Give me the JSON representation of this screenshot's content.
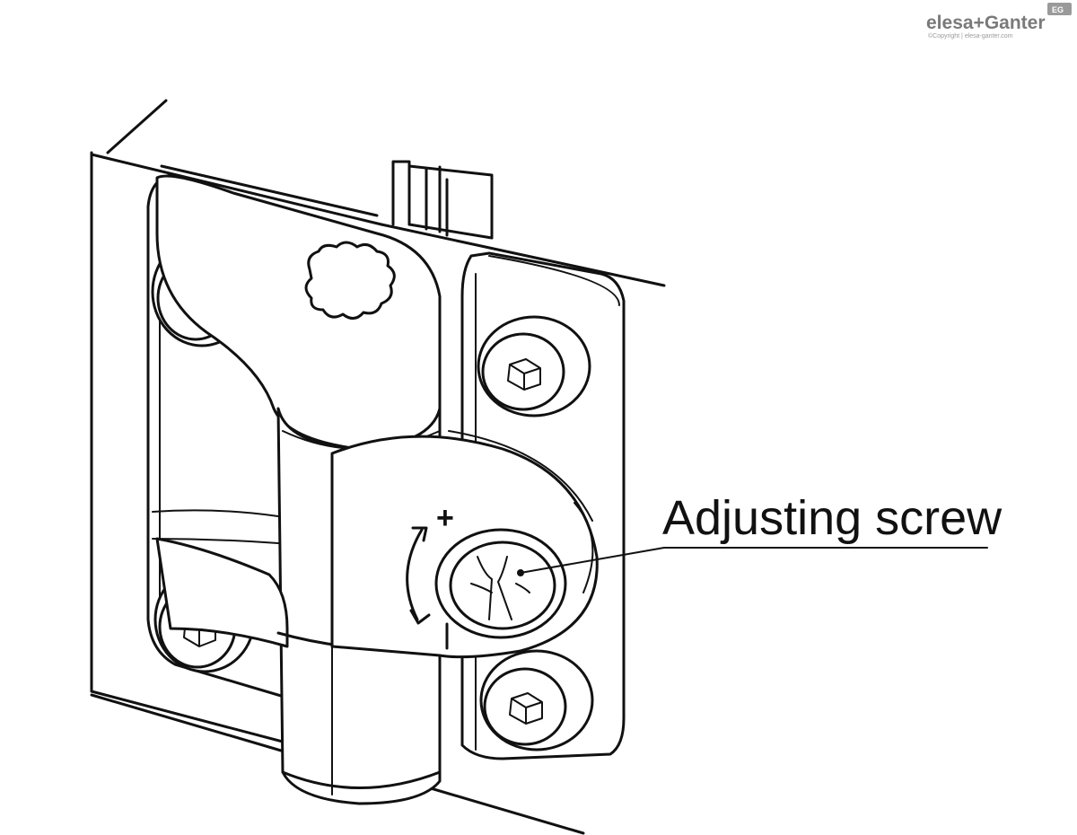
{
  "brand": {
    "logo_text": "elesa+Ganter",
    "badge_text": "EG",
    "copyright": "©Copyright | elesa-ganter.com"
  },
  "callouts": [
    {
      "label": "Adjusting screw"
    }
  ],
  "adjust_symbols": {
    "plus": "+",
    "minus": "−"
  },
  "colors": {
    "line": "#111111",
    "logo_gray": "#7a7a7a"
  }
}
